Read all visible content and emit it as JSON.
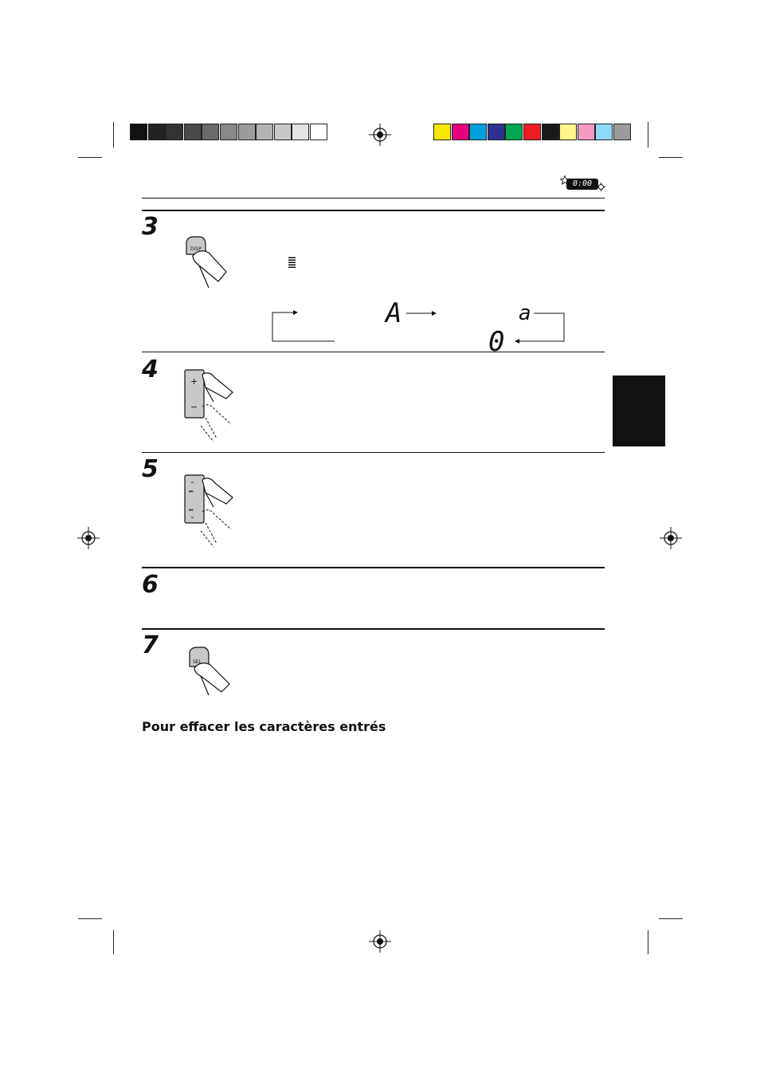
{
  "header": {
    "clock_badge": "0:00"
  },
  "color_bars": {
    "grays": [
      "#111111",
      "#222222",
      "#333333",
      "#4a4a4a",
      "#6a6a6a",
      "#888888",
      "#9c9c9c",
      "#b3b3b3",
      "#c8c8c8",
      "#e2e2e2",
      "#ffffff"
    ],
    "colors": [
      "#f8e800",
      "#e6007e",
      "#00a0e0",
      "#2e3192",
      "#00a651",
      "#ed1c24",
      "#1a1a1a",
      "#fff58a",
      "#f49ac1",
      "#8ed8f8",
      "#9c9c9c"
    ]
  },
  "steps": [
    {
      "number": "3",
      "button_label": "DISP"
    },
    {
      "number": "4",
      "button_label": "+ −"
    },
    {
      "number": "5",
      "button_label": "⏫ ⏬"
    },
    {
      "number": "6"
    },
    {
      "number": "7",
      "button_label": "SEL"
    }
  ],
  "char_cycle": {
    "upper": "A",
    "lower": "a",
    "digit": "0"
  },
  "section_heading": "Pour effacer les caractères entrés"
}
